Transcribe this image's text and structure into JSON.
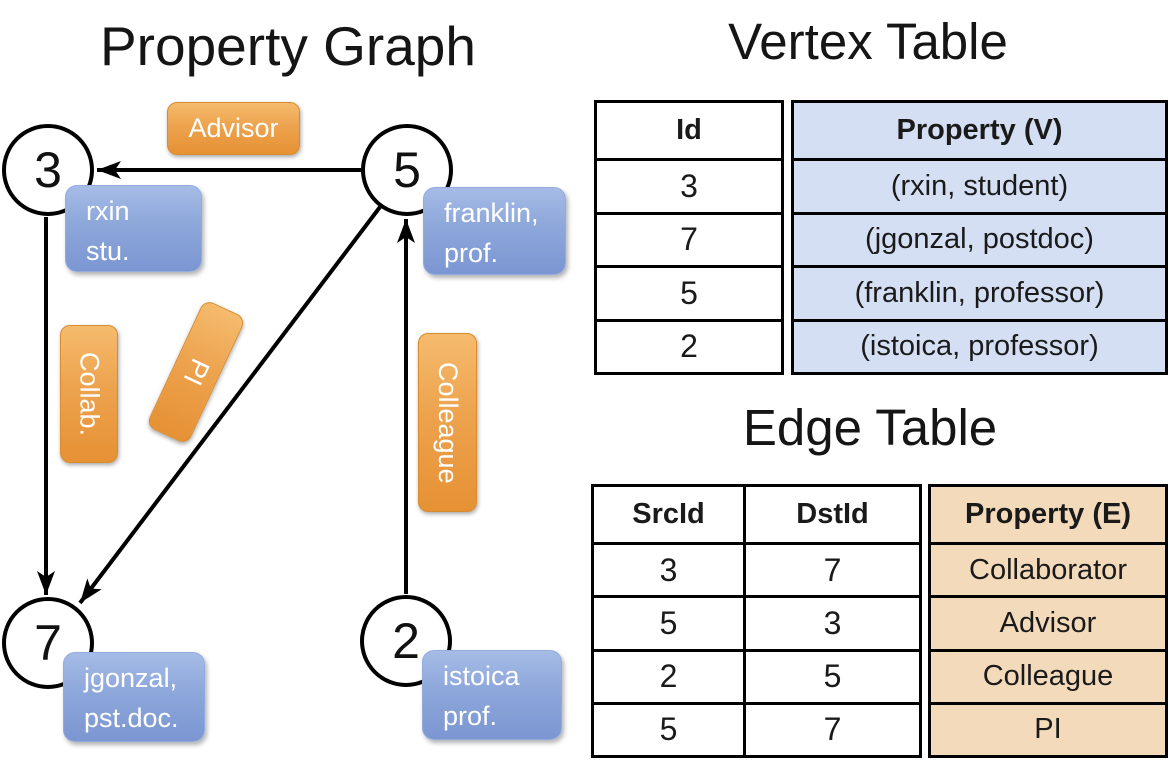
{
  "titles": {
    "graph": "Property Graph",
    "vertex_table": "Vertex Table",
    "edge_table": "Edge Table"
  },
  "graph": {
    "nodes": [
      {
        "id": "3",
        "property": "rxin\nstu."
      },
      {
        "id": "5",
        "property": "franklin,\nprof."
      },
      {
        "id": "7",
        "property": "jgonzal,\npst.doc."
      },
      {
        "id": "2",
        "property": "istoica\nprof."
      }
    ],
    "edge_labels": {
      "advisor": "Advisor",
      "collab": "Collab.",
      "pi": "PI",
      "colleague": "Colleague"
    }
  },
  "vertex_table": {
    "headers": {
      "id": "Id",
      "property": "Property (V)"
    },
    "rows": [
      {
        "id": "3",
        "property": "(rxin, student)"
      },
      {
        "id": "7",
        "property": "(jgonzal, postdoc)"
      },
      {
        "id": "5",
        "property": "(franklin, professor)"
      },
      {
        "id": "2",
        "property": "(istoica, professor)"
      }
    ]
  },
  "edge_table": {
    "headers": {
      "src": "SrcId",
      "dst": "DstId",
      "property": "Property (E)"
    },
    "rows": [
      {
        "src": "3",
        "dst": "7",
        "property": "Collaborator"
      },
      {
        "src": "5",
        "dst": "3",
        "property": "Advisor"
      },
      {
        "src": "2",
        "dst": "5",
        "property": "Colleague"
      },
      {
        "src": "5",
        "dst": "7",
        "property": "PI"
      }
    ]
  },
  "colors": {
    "edge_label_fill": "#eda34e",
    "vertex_box_fill": "#8fa9db",
    "vertex_table_cell": "#d5dff3",
    "edge_table_cell": "#f3dabb",
    "line": "#000000",
    "text_on_fills": "#ffffff"
  }
}
